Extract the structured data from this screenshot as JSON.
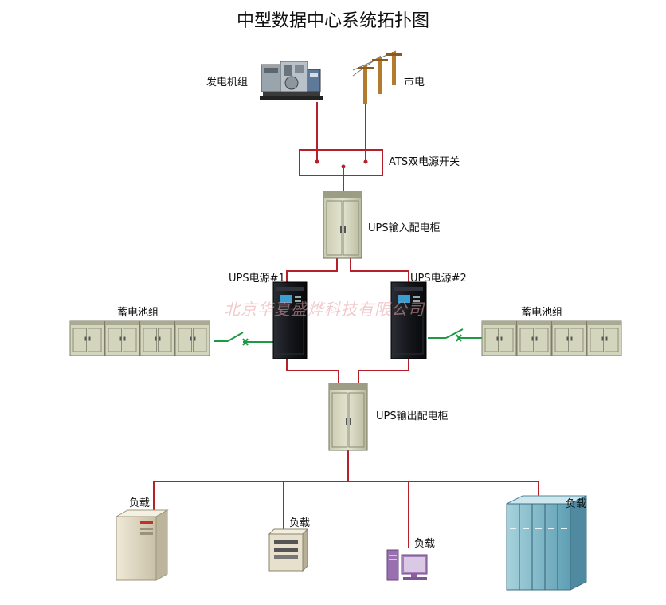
{
  "title": "中型数据中心系统拓扑图",
  "watermark": "北京华夏盛烨科技有限公司",
  "colors": {
    "wire": "#b5202a",
    "dc_link": "#1e9a45",
    "cabinet": "#d4d5bd",
    "ups": "#111318",
    "watermark": "#e8a0a6"
  },
  "nodes": {
    "generator": {
      "label": "发电机组",
      "icon": "generator-icon"
    },
    "utility": {
      "label": "市电",
      "icon": "utility-pole-icon"
    },
    "ats": {
      "label": "ATS双电源开关"
    },
    "ups_input": {
      "label": "UPS输入配电柜",
      "icon": "cabinet-icon"
    },
    "ups1": {
      "label": "UPS电源#1",
      "icon": "ups-icon"
    },
    "ups2": {
      "label": "UPS电源#2",
      "icon": "ups-icon"
    },
    "battery_left": {
      "label": "蓄电池组",
      "icon": "battery-cabinet-icon"
    },
    "battery_right": {
      "label": "蓄电池组",
      "icon": "battery-cabinet-icon"
    },
    "ups_output": {
      "label": "UPS输出配电柜",
      "icon": "cabinet-icon"
    },
    "loads": [
      {
        "label": "负载",
        "icon": "tower-server-icon"
      },
      {
        "label": "负载",
        "icon": "small-server-icon"
      },
      {
        "label": "负载",
        "icon": "desktop-pc-icon"
      },
      {
        "label": "负载",
        "icon": "server-rack-icon"
      }
    ]
  }
}
